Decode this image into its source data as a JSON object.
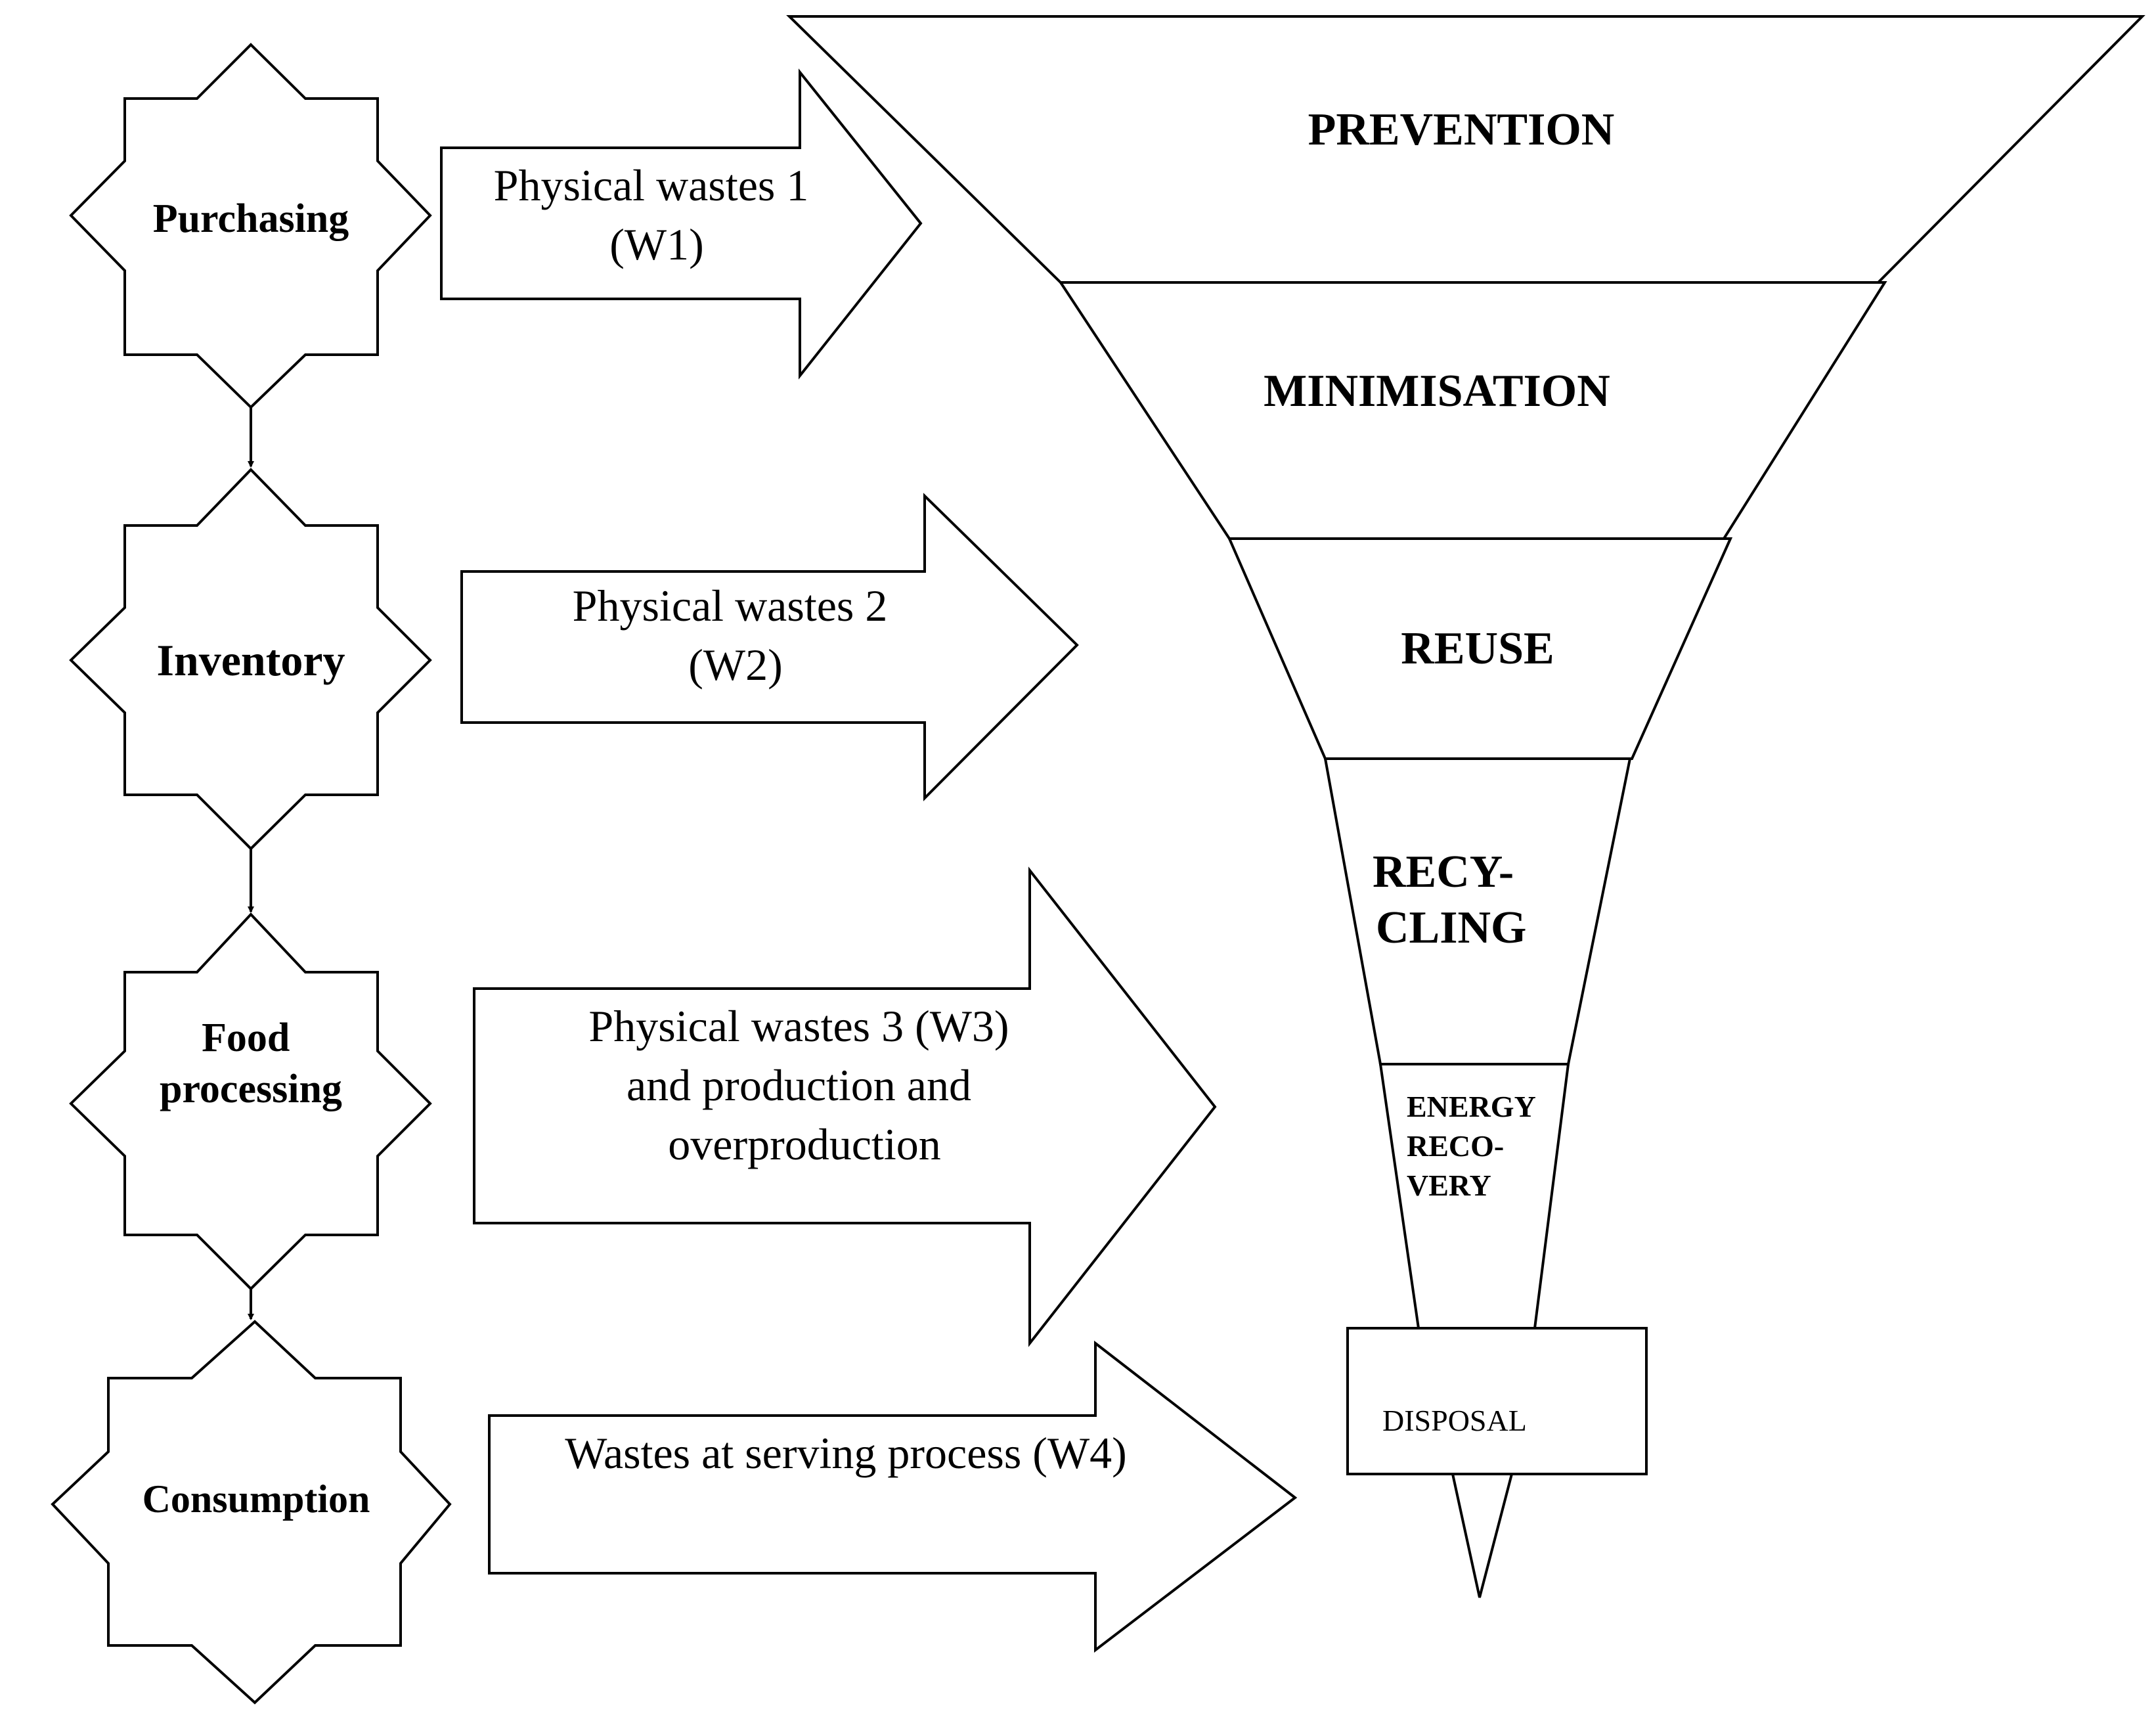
{
  "process_steps": [
    {
      "label_lines": [
        "Purchasing"
      ]
    },
    {
      "label_lines": [
        "Inventory"
      ]
    },
    {
      "label_lines": [
        "Food",
        "processing"
      ]
    },
    {
      "label_lines": [
        "Consumption"
      ]
    }
  ],
  "waste_arrows": [
    {
      "label_lines": [
        "Physical wastes 1",
        "(W1)"
      ]
    },
    {
      "label_lines": [
        "Physical wastes 2",
        "(W2)"
      ]
    },
    {
      "label_lines": [
        "Physical wastes 3 (W3)",
        "and production and",
        "overproduction"
      ]
    },
    {
      "label_lines": [
        "Wastes at serving process (W4)"
      ]
    }
  ],
  "hierarchy_levels": [
    {
      "label_lines": [
        "PREVENTION"
      ]
    },
    {
      "label_lines": [
        "MINIMISATION"
      ]
    },
    {
      "label_lines": [
        "REUSE"
      ]
    },
    {
      "label_lines": [
        "RECY-",
        "CLING"
      ]
    },
    {
      "label_lines": [
        "ENERGY",
        "RECO-",
        "VERY"
      ]
    }
  ],
  "disposal": {
    "label": "DISPOSAL"
  }
}
